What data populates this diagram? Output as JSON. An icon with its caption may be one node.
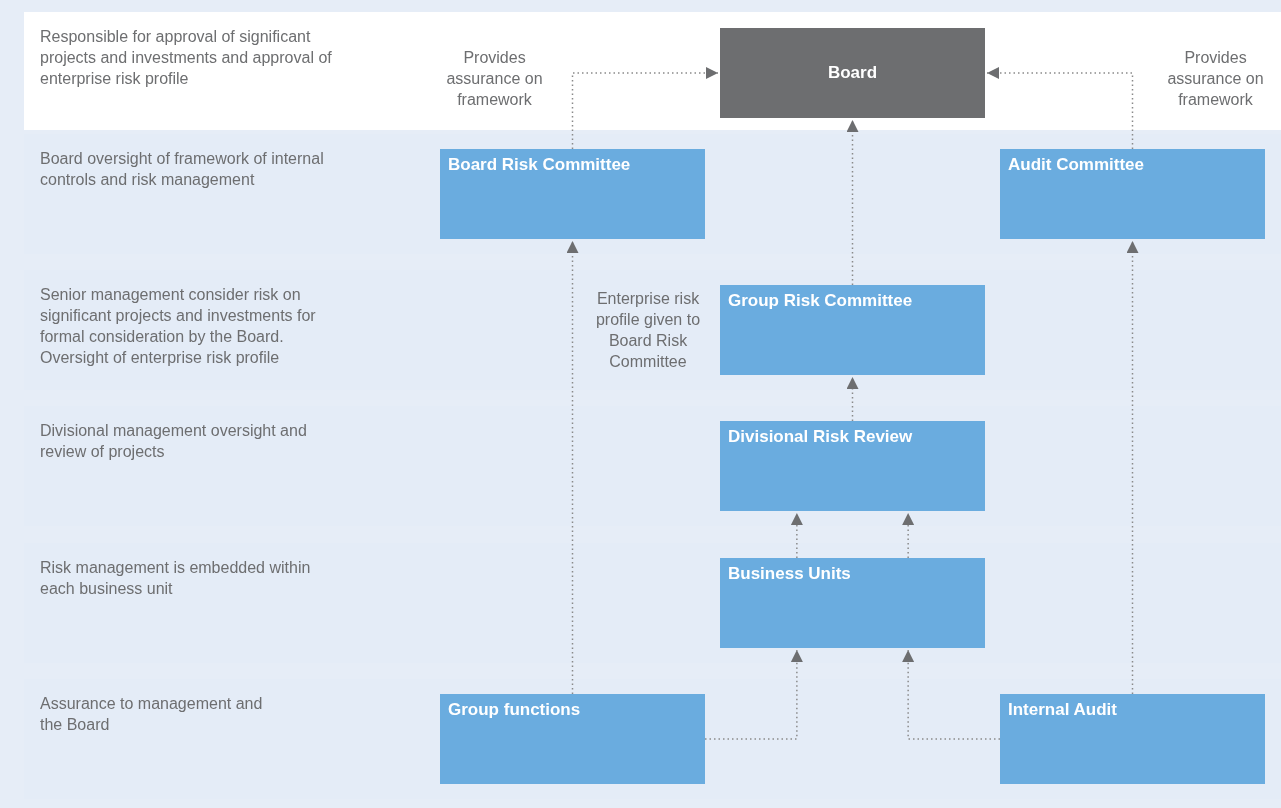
{
  "diagram": {
    "nodes": [
      {
        "text": [
          "Responsible for approval of significant projects and investments and approval of enterprise risk profile"
        ]
      },
      {
        "text": [
          "Board"
        ],
        "in": 0
      },
      {
        "text": [
          "Board oversight of framework of internal controls and risk management"
        ]
      },
      {
        "text": [
          "Board Risk Committee"
        ],
        "in": 2
      },
      {
        "text": [
          "Audit Committee"
        ],
        "in": 2
      },
      {
        "text": [
          "Senior management consider risk on significant projects and investments for formal consideration by the Board. Oversight of enterprise risk profile"
        ]
      },
      {
        "text": [
          "Group Risk Committee"
        ],
        "in": 5,
        "beside": [
          "Enterprise risk profile given to Board Risk Committee"
        ]
      },
      {
        "text": [
          "Divisional management oversight and review of projects"
        ]
      },
      {
        "text": [
          "Divisional Risk Review"
        ],
        "in": 7
      },
      {
        "text": [
          "Risk management is embedded within each business unit"
        ]
      },
      {
        "text": [
          "Business Units"
        ],
        "in": 9
      },
      {
        "text": [
          "Assurance to management and the Board"
        ]
      },
      {
        "text": [
          "Group functions"
        ],
        "in": 11
      },
      {
        "text": [
          "Internal Audit"
        ],
        "in": 11
      }
    ],
    "edges": [
      {
        "from": 3,
        "to": 1,
        "arrow": "to",
        "label": "Provides assurance on framework"
      },
      {
        "from": 4,
        "to": 1,
        "arrow": "to",
        "label": "Provides assurance on framework"
      },
      {
        "from": 6,
        "to": 1,
        "arrow": "to"
      },
      {
        "from": 8,
        "to": 6,
        "arrow": "to"
      },
      {
        "from": 10,
        "to": 8,
        "arrow": "to"
      },
      {
        "from": 10,
        "to": 8,
        "arrow": "to"
      },
      {
        "from": 12,
        "to": 10,
        "arrow": "to"
      },
      {
        "from": 13,
        "to": 10,
        "arrow": "to"
      },
      {
        "from": 12,
        "to": 3,
        "arrow": "to"
      },
      {
        "from": 13,
        "to": 4,
        "arrow": "to"
      }
    ]
  }
}
